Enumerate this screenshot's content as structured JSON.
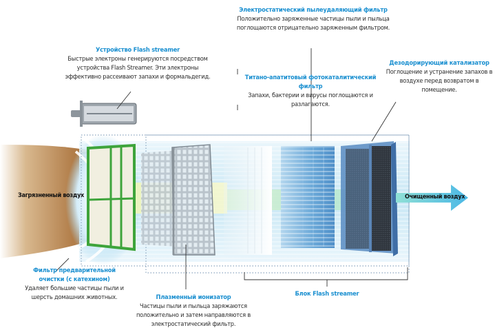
{
  "diagram": {
    "accent_color": "#1a8fd0",
    "labels": {
      "flash_device": {
        "title": "Устройство Flash streamer",
        "description": "Быстрые электроны генерируются посредством устройства Flash Streamer. Эти электроны эффективно рассеивают запахи и формальдегид."
      },
      "electrostatic_filter": {
        "title": "Электростатический пылеудаляющий фильтр",
        "description": "Положительно заряженные частицы пыли и пыльца поглощаются отрицательно заряженным фильтром."
      },
      "titanium_filter": {
        "title": "Титано-апатитовый фотокаталитический фильтр",
        "description": "Запахи, бактерии и вирусы поглощаются и разлагаются."
      },
      "deodorizing_catalyst": {
        "title": "Дезодорирующий катализатор",
        "description": "Поглощение и устранение запахов в воздухе перед возвратом в помещение."
      },
      "prefilter": {
        "title": "Фильтр предварительной очистки (с катехином)",
        "description": "Удаляет большие частицы пыли и шерсть домашних животных."
      },
      "plasma_ionizer": {
        "title": "Плазменный ионизатор",
        "description": "Частицы пыли и пыльца заряжаются положительно и затем направляются в электростатический фильтр."
      },
      "flash_block": {
        "title": "Блок Flash streamer"
      }
    },
    "air": {
      "polluted": "Загрязненный воздух",
      "clean": "Очищенный воздух"
    }
  }
}
